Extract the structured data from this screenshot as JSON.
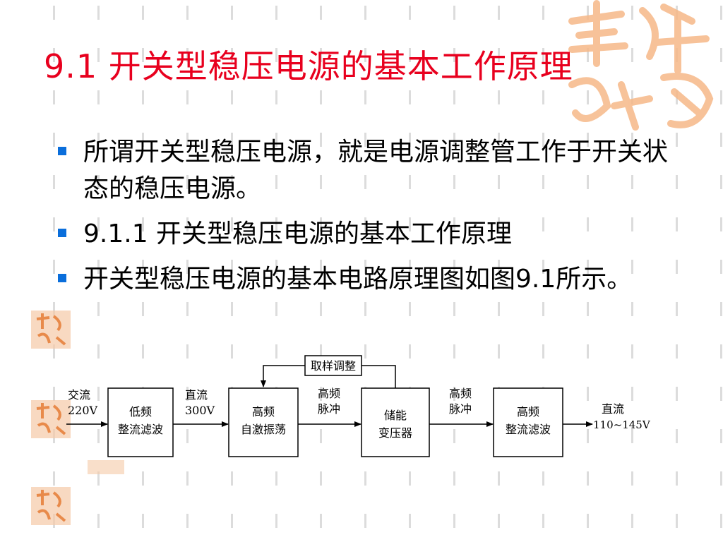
{
  "slide": {
    "title": "9.1  开关型稳压电源的基本工作原理",
    "bullets": [
      {
        "text": "所谓开关型稳压电源，就是电源调整管工作于开关状态的稳压电源。"
      },
      {
        "text": "9.1.1  开关型稳压电源的基本工作原理"
      },
      {
        "text": "开关型稳压电源的基本电路原理图如图9.1所示。"
      }
    ]
  },
  "diagram": {
    "input_label_1": "交流",
    "input_label_2": "220V",
    "block1_line1": "低频",
    "block1_line2": "整流滤波",
    "link1_line1": "直流",
    "link1_line2": "300V",
    "block2_line1": "高频",
    "block2_line2": "自激振荡",
    "link2_line1": "高频",
    "link2_line2": "脉冲",
    "block3_line1": "储能",
    "block3_line2": "变压器",
    "link3_line1": "高频",
    "link3_line2": "脉冲",
    "block4_line1": "高频",
    "block4_line2": "整流滤波",
    "output_label_1": "直流",
    "output_label_2": "110~145V",
    "feedback_label": "取样调整"
  },
  "colors": {
    "title": "#e8001e",
    "bullet_marker": "#0a6edb",
    "grid_marks": "#dcdcdc",
    "decoration": "#f2a66a"
  }
}
